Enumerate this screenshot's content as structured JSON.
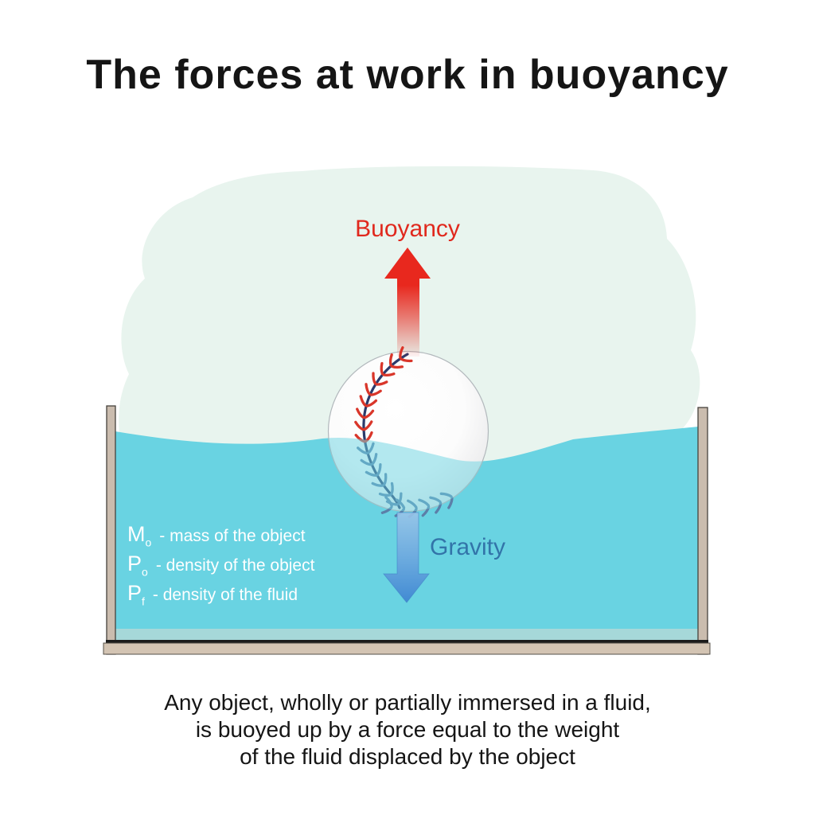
{
  "title": "The forces at work in buoyancy",
  "force_labels": {
    "buoyancy": "Buoyancy",
    "gravity": "Gravity"
  },
  "legend": [
    {
      "symbol": "M",
      "subscript": "o",
      "description": "- mass of the object"
    },
    {
      "symbol": "P",
      "subscript": "o",
      "description": "- density of the object"
    },
    {
      "symbol": "P",
      "subscript": "f",
      "description": "- density of the fluid"
    }
  ],
  "caption": {
    "line1": "Any object, wholly or partially immersed in a fluid,",
    "line2": "is buoyed up by a force equal to the weight",
    "line3": "of the fluid displaced by the object"
  },
  "colors": {
    "buoyancy-red": "#e0281d",
    "gravity-blue": "#3274a9",
    "water": "#69d3e2",
    "water-band": "#a6d8d9",
    "tank-wall": "#cabcae",
    "tank-base": "#d3c4b3",
    "tank-line": "#1b1b1b",
    "cloud": "#e8f4ee",
    "arrow-red": "#e8281e",
    "arrow-blue": "#4f94d8",
    "seam-navy": "#2b3a6b",
    "stitch-red": "#d9362a",
    "stitch-blue": "#5c7fa8",
    "text": "#151515",
    "legend-text": "#ffffff"
  }
}
